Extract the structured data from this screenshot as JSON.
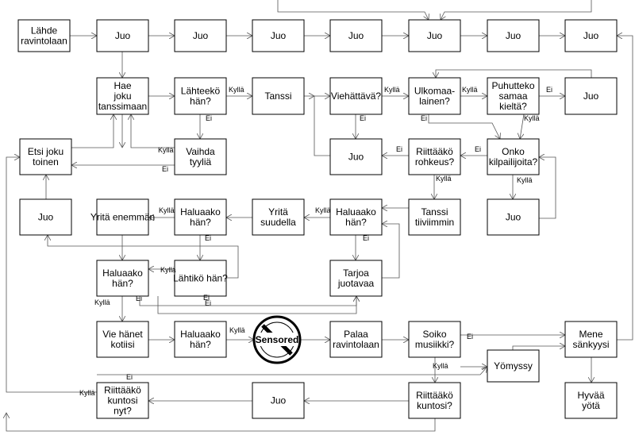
{
  "nodes": {
    "lahde": "Lähde\nravintolaan",
    "juo1": "Juo",
    "juo2": "Juo",
    "juo3": "Juo",
    "juo4": "Juo",
    "juo5": "Juo",
    "juo6": "Juo",
    "juo7": "Juo",
    "hae": "Hae\njoku\ntanssimaan",
    "lahteeko": "Lähteekö\nhän?",
    "tanssi": "Tanssi",
    "viehattava": "Viehättävä?",
    "ulkomaa": "Ulkomaa-\nlainen?",
    "puhutteko": "Puhutteko\nsamaa\nkieltä?",
    "juo_r2": "Juo",
    "etsi": "Etsi joku\ntoinen",
    "vaihda": "Vaihda\ntyyliä",
    "juo_mid": "Juo",
    "riittaako_rohkeus": "Riittääkö\nrohkeus?",
    "onko": "Onko\nkilpailijoita?",
    "juo_left": "Juo",
    "yrita_enemman": "Yritä enemmän",
    "haluaako1": "Haluaako\nhän?",
    "yrita_suudella": "Yritä\nsuudella",
    "haluaako2": "Haluaako\nhän?",
    "tanssi_tiiviimmin": "Tanssi\ntiiviimmin",
    "juo_r4": "Juo",
    "haluaako3": "Haluaako\nhän?",
    "lahtiko": "Lähtikö hän?",
    "tarjoa": "Tarjoa\njuotavaa",
    "vie": "Vie hänet\nkotiisi",
    "haluaako4": "Haluaako\nhän?",
    "palaa": "Palaa\nravintolaan",
    "soiko": "Soiko\nmusiikki?",
    "mene": "Mene\nsänkyysi",
    "yomyssy": "Yömyssy",
    "riittaako_kuntosi_nyt": "Riittääkö\nkuntosi\nnyt?",
    "juo_bot": "Juo",
    "riittaako_kuntosi": "Riittääkö\nkuntosi?",
    "hyvaa": "Hyvää\nyötä"
  },
  "stamp": "Sensored",
  "edge_labels": [
    "Kyllä",
    "Ei",
    "Kyllä",
    "Ei",
    "Kyllä",
    "Ei",
    "Kyllä",
    "Ei",
    "Kyllä",
    "Ei",
    "Ei",
    "Ei",
    "Kyllä",
    "Kyllä",
    "Kyllä",
    "Ei",
    "Kyllä",
    "Ei",
    "Kyllä",
    "Ei",
    "Ei",
    "Kyllä",
    "Ei",
    "Kyllä",
    "Kyllä",
    "Ei",
    "Kyllä",
    "Ei"
  ]
}
